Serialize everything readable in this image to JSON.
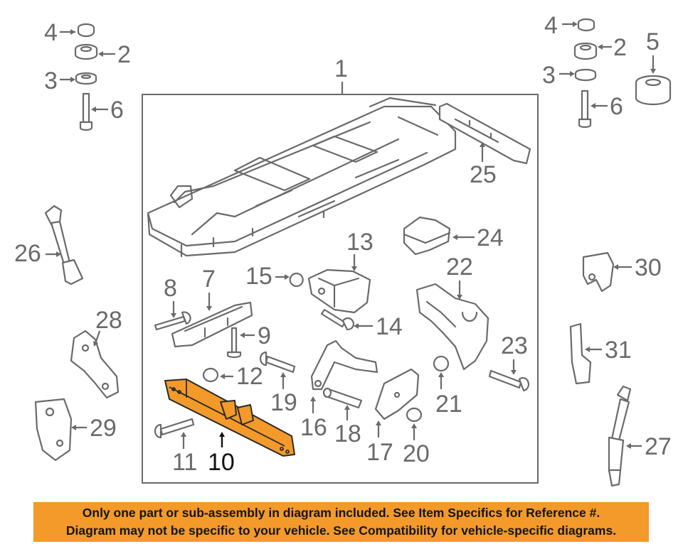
{
  "callouts": {
    "c1": "1",
    "c2a": "2",
    "c2b": "2",
    "c3a": "3",
    "c3b": "3",
    "c4a": "4",
    "c4b": "4",
    "c5": "5",
    "c6a": "6",
    "c6b": "6",
    "c7": "7",
    "c8": "8",
    "c9": "9",
    "c10": "10",
    "c11": "11",
    "c12": "12",
    "c13": "13",
    "c14": "14",
    "c15": "15",
    "c16": "16",
    "c17": "17",
    "c18": "18",
    "c19": "19",
    "c20": "20",
    "c21": "21",
    "c22": "22",
    "c23": "23",
    "c24": "24",
    "c25": "25",
    "c26": "26",
    "c27": "27",
    "c28": "28",
    "c29": "29",
    "c30": "30",
    "c31": "31"
  },
  "highlighted_part": "10",
  "colors": {
    "highlight": "#f39a2a",
    "line": "#6a6a6a",
    "banner": "#f39a2a"
  },
  "notice": {
    "line1": "Only one part or sub-assembly in diagram included. See Item Specifics for Reference #.",
    "line2": "Diagram may not be specific to your vehicle. See Compatibility for vehicle-specific diagrams."
  }
}
